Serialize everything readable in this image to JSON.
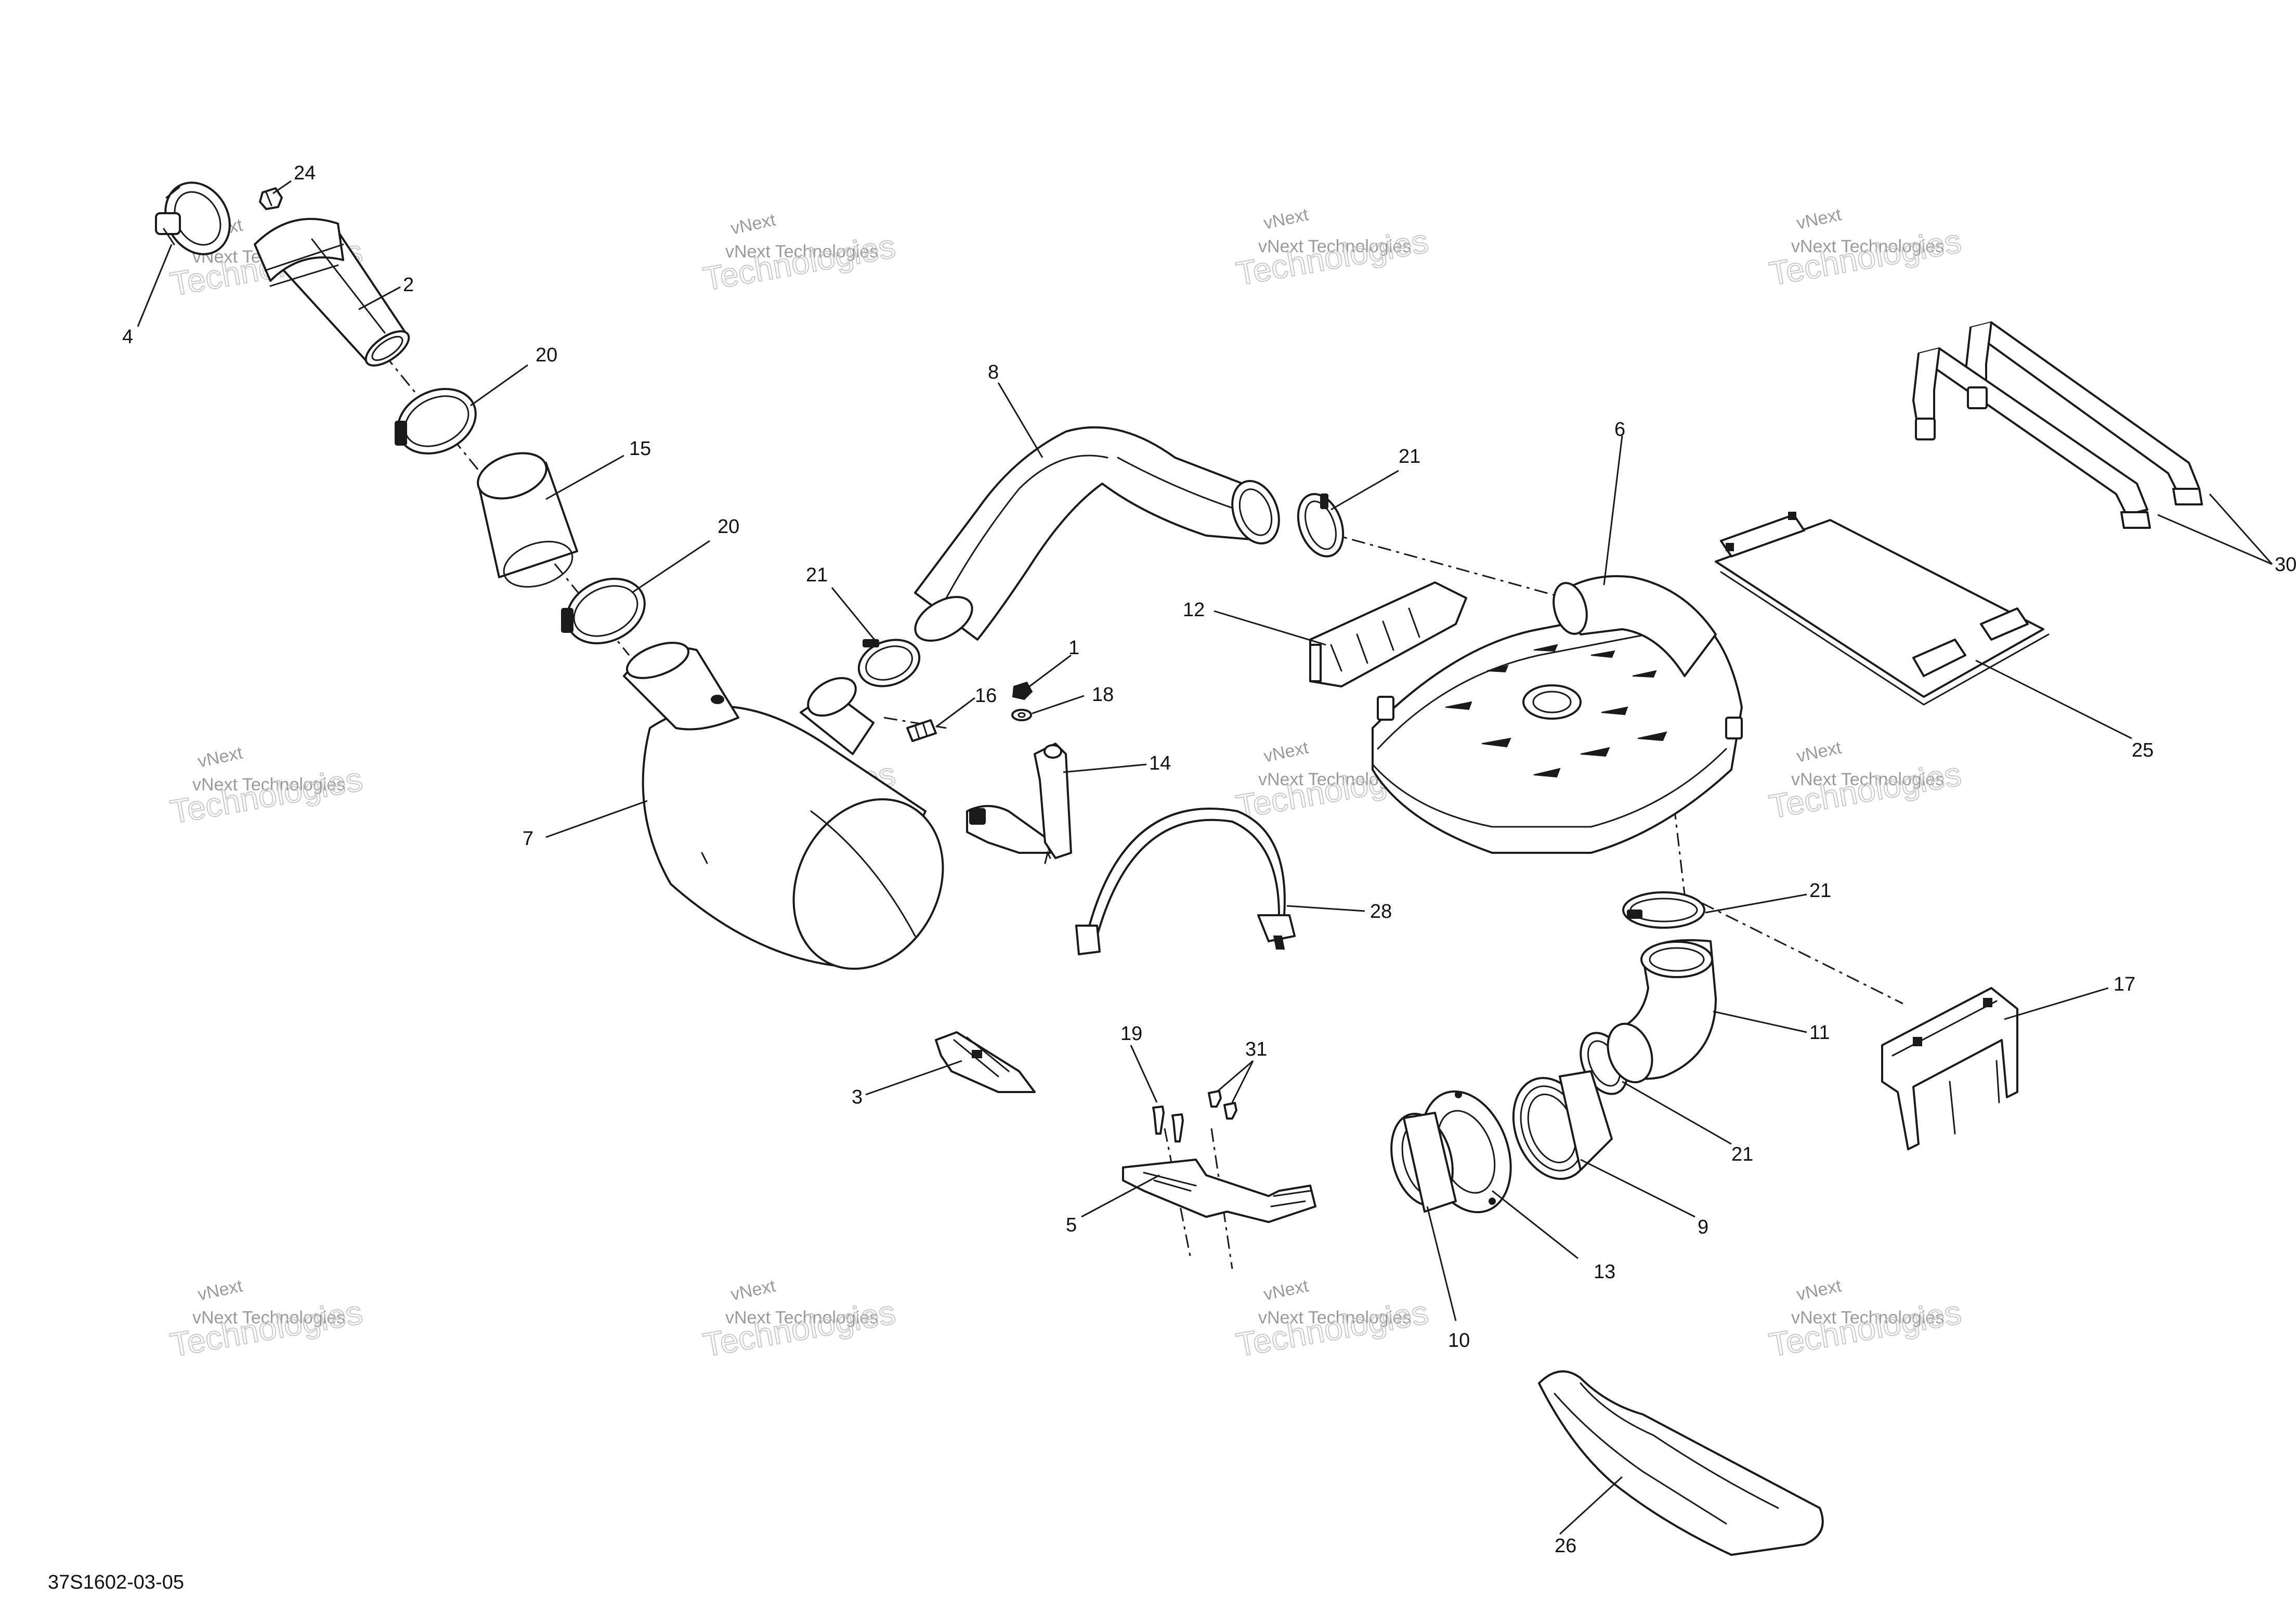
{
  "diagram": {
    "figure_code": "37S1602-03-05",
    "watermark": {
      "line1": "vNext",
      "line2": "Technologies",
      "line3": "vNext Technologies"
    },
    "callouts": [
      {
        "id": "c24",
        "label": "24"
      },
      {
        "id": "c4",
        "label": "4"
      },
      {
        "id": "c2",
        "label": "2"
      },
      {
        "id": "c20a",
        "label": "20"
      },
      {
        "id": "c15",
        "label": "15"
      },
      {
        "id": "c20b",
        "label": "20"
      },
      {
        "id": "c8",
        "label": "8"
      },
      {
        "id": "c21a",
        "label": "21"
      },
      {
        "id": "c21b",
        "label": "21"
      },
      {
        "id": "c6",
        "label": "6"
      },
      {
        "id": "c12",
        "label": "12"
      },
      {
        "id": "c1",
        "label": "1"
      },
      {
        "id": "c18",
        "label": "18"
      },
      {
        "id": "c16",
        "label": "16"
      },
      {
        "id": "c14",
        "label": "14"
      },
      {
        "id": "c7",
        "label": "7"
      },
      {
        "id": "c28",
        "label": "28"
      },
      {
        "id": "c30",
        "label": "30"
      },
      {
        "id": "c25",
        "label": "25"
      },
      {
        "id": "c21c",
        "label": "21"
      },
      {
        "id": "c11",
        "label": "11"
      },
      {
        "id": "c17",
        "label": "17"
      },
      {
        "id": "c21d",
        "label": "21"
      },
      {
        "id": "c9",
        "label": "9"
      },
      {
        "id": "c13",
        "label": "13"
      },
      {
        "id": "c10",
        "label": "10"
      },
      {
        "id": "c19",
        "label": "19"
      },
      {
        "id": "c31",
        "label": "31"
      },
      {
        "id": "c3",
        "label": "3"
      },
      {
        "id": "c5",
        "label": "5"
      },
      {
        "id": "c26",
        "label": "26"
      }
    ]
  }
}
